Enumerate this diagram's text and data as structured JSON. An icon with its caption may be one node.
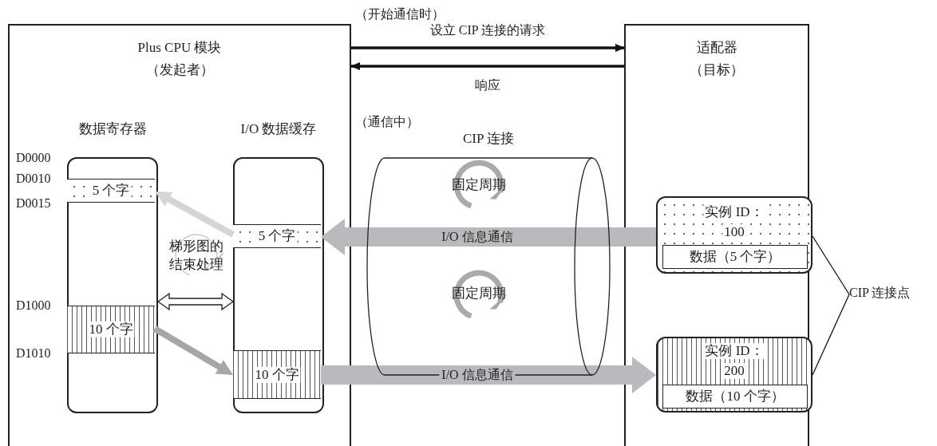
{
  "diagram": {
    "nodes": [
      {
        "text": [
          "Plus CPU 模块",
          "（发起者）"
        ]
      },
      {
        "text": [
          "适配器",
          "（目标）"
        ]
      },
      {
        "text": [
          "数据寄存器"
        ],
        "in": 0
      },
      {
        "text": [
          "5 个字"
        ],
        "in": 2
      },
      {
        "text": [
          "10 个字"
        ],
        "in": 2
      },
      {
        "text": [
          "I/O 数据缓存"
        ],
        "in": 0
      },
      {
        "text": [
          "5 个字"
        ],
        "in": 5
      },
      {
        "text": [
          "10 个字"
        ],
        "in": 5
      },
      {
        "text": [
          "CIP 连接"
        ]
      },
      {
        "text": [
          "实例 ID：",
          "100"
        ],
        "in": 1
      },
      {
        "text": [
          "数据（5 个字）"
        ],
        "in": 9
      },
      {
        "text": [
          "实例 ID：",
          "200"
        ],
        "in": 1
      },
      {
        "text": [
          "数据（10 个字）"
        ],
        "in": 11
      },
      {
        "text": [
          "CIP 连接点"
        ]
      }
    ],
    "edges": [
      {
        "from": 0,
        "to": 1,
        "arrow": "to",
        "label": "设立 CIP 连接的请求",
        "style": "thick"
      },
      {
        "from": 1,
        "to": 0,
        "arrow": "to",
        "label": "响应",
        "style": "thick"
      },
      {
        "from": 9,
        "to": 6,
        "arrow": "to",
        "label": "I/O 信息通信",
        "style": "thick",
        "color": "#b9babc"
      },
      {
        "from": 7,
        "to": 11,
        "arrow": "to",
        "label": "I/O 信息通信",
        "style": "thick",
        "color": "#b9babc"
      },
      {
        "from": 6,
        "to": 3,
        "arrow": "to",
        "style": "thick",
        "color": "#d4d5d6"
      },
      {
        "from": 4,
        "to": 7,
        "arrow": "to",
        "style": "thick",
        "color": "#a6a7a9"
      },
      {
        "from": 2,
        "to": 5,
        "arrow": "both",
        "style": "thick"
      },
      {
        "from": 13,
        "to": 9,
        "arrow": "none"
      },
      {
        "from": 13,
        "to": 11,
        "arrow": "none"
      }
    ],
    "labels": [
      "（开始通信时）",
      "（通信中）",
      "D0000",
      "D0010",
      "D0015",
      "D1000",
      "D1010",
      "梯形图的结束处理",
      "固定周期",
      "固定周期"
    ]
  }
}
